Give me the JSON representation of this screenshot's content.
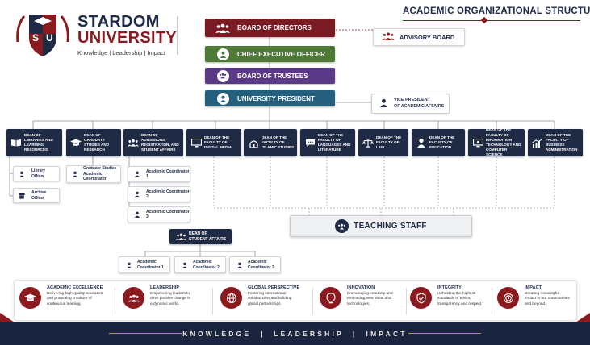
{
  "brand": {
    "name_line1": "STARDOM",
    "name_line2": "UNIVERSITY",
    "tagline": "Knowledge | Leadership | Impact",
    "shield_letters": [
      "S",
      "U"
    ]
  },
  "title": "ACADEMIC ORGANIZATIONAL STRUCTURE",
  "leadership": {
    "board_of_directors": "BOARD OF DIRECTORS",
    "advisory_board": "ADVISORY BOARD",
    "ceo": "CHIEF EXECUTIVE OFFICER",
    "board_of_trustees": "BOARD OF TRUSTEES",
    "president": "UNIVERSITY PRESIDENT",
    "vp_line1": "VICE PRESIDENT",
    "vp_line2": "OF ACADEMIC AFFAIRS"
  },
  "deans": [
    {
      "label": "DEAN OF LIBRARIES AND LEARNING RESOURCES",
      "icon": "book-icon"
    },
    {
      "label": "DEAN OF GRADUATE STUDIES AND RESEARCH",
      "icon": "graduation-cap-icon"
    },
    {
      "label": "DEAN OF ADMISSIONS, REGISTRATION, AND STUDENT AFFAIRS",
      "icon": "users-icon"
    },
    {
      "label": "DEAN OF THE FACULTY OF DIGITAL MEDIA",
      "icon": "monitor-icon"
    },
    {
      "label": "DEAN OF THE FACULTY OF ISLAMIC STUDIES",
      "icon": "mosque-icon"
    },
    {
      "label": "DEAN OF THE FACULTY OF LANGUAGES AND LITERATURE",
      "icon": "speech-bubble-icon"
    },
    {
      "label": "DEAN OF THE FACULTY OF LAW",
      "icon": "scales-icon"
    },
    {
      "label": "DEAN OF THE FACULTY OF EDUCATION",
      "icon": "teacher-icon"
    },
    {
      "label": "DEAN OF THE FACULTY OF INFORMATION TECHNOLOGY AND COMPUTER SCIENCE",
      "icon": "computer-icon"
    },
    {
      "label": "DEAN OF THE FACULTY OF BUSINESS ADMINISTRATION",
      "icon": "chart-icon"
    }
  ],
  "library_staff": [
    "Library Officer",
    "Archive Officer"
  ],
  "graduate_staff": {
    "line1": "Graduate Studies",
    "line2": "Academic Coordinator"
  },
  "admissions_staff": [
    "Academic Coordinator 1",
    "Academic Coordinator 2",
    "Academic Coordinator 3"
  ],
  "student_affairs": {
    "dean_line1": "DEAN OF",
    "dean_line2": "STUDENT AFFAIRS",
    "coordinators": [
      {
        "line1": "Academic",
        "line2": "Coordinator 1"
      },
      {
        "line1": "Academic",
        "line2": "Coordinator 2"
      },
      {
        "line1": "Academic",
        "line2": "Coordinator 3"
      }
    ]
  },
  "teaching_staff": "TEACHING STAFF",
  "values": [
    {
      "title": "ACADEMIC EXCELLENCE",
      "desc": [
        "Delivering high-quality education",
        "and promoting a culture of",
        "continuous learning."
      ],
      "icon": "mortarboard-icon"
    },
    {
      "title": "LEADERSHIP",
      "desc": [
        "Empowering leaders to",
        "drive positive change in",
        "a dynamic world."
      ],
      "icon": "people-icon"
    },
    {
      "title": "GLOBAL PERSPECTIVE",
      "desc": [
        "Fostering international",
        "collaboration and building",
        "global partnerships."
      ],
      "icon": "globe-icon"
    },
    {
      "title": "INNOVATION",
      "desc": [
        "Encouraging creativity and",
        "embracing new ideas and",
        "technologies."
      ],
      "icon": "lightbulb-icon"
    },
    {
      "title": "INTEGRITY",
      "desc": [
        "Upholding the highest",
        "standards of ethics,",
        "transparency and respect."
      ],
      "icon": "shield-check-icon"
    },
    {
      "title": "IMPACT",
      "desc": [
        "Creating meaningful",
        "impact in our communities",
        "and beyond."
      ],
      "icon": "target-icon"
    }
  ],
  "footer": "KNOWLEDGE  |  LEADERSHIP  |  IMPACT",
  "colors": {
    "navy": "#1f2a44",
    "maroon": "#7a1a22",
    "ceo_green": "#4e7a35",
    "trustees_purple": "#5a3a86",
    "president_blue": "#24607e",
    "accent_red": "#8b1a1f"
  }
}
